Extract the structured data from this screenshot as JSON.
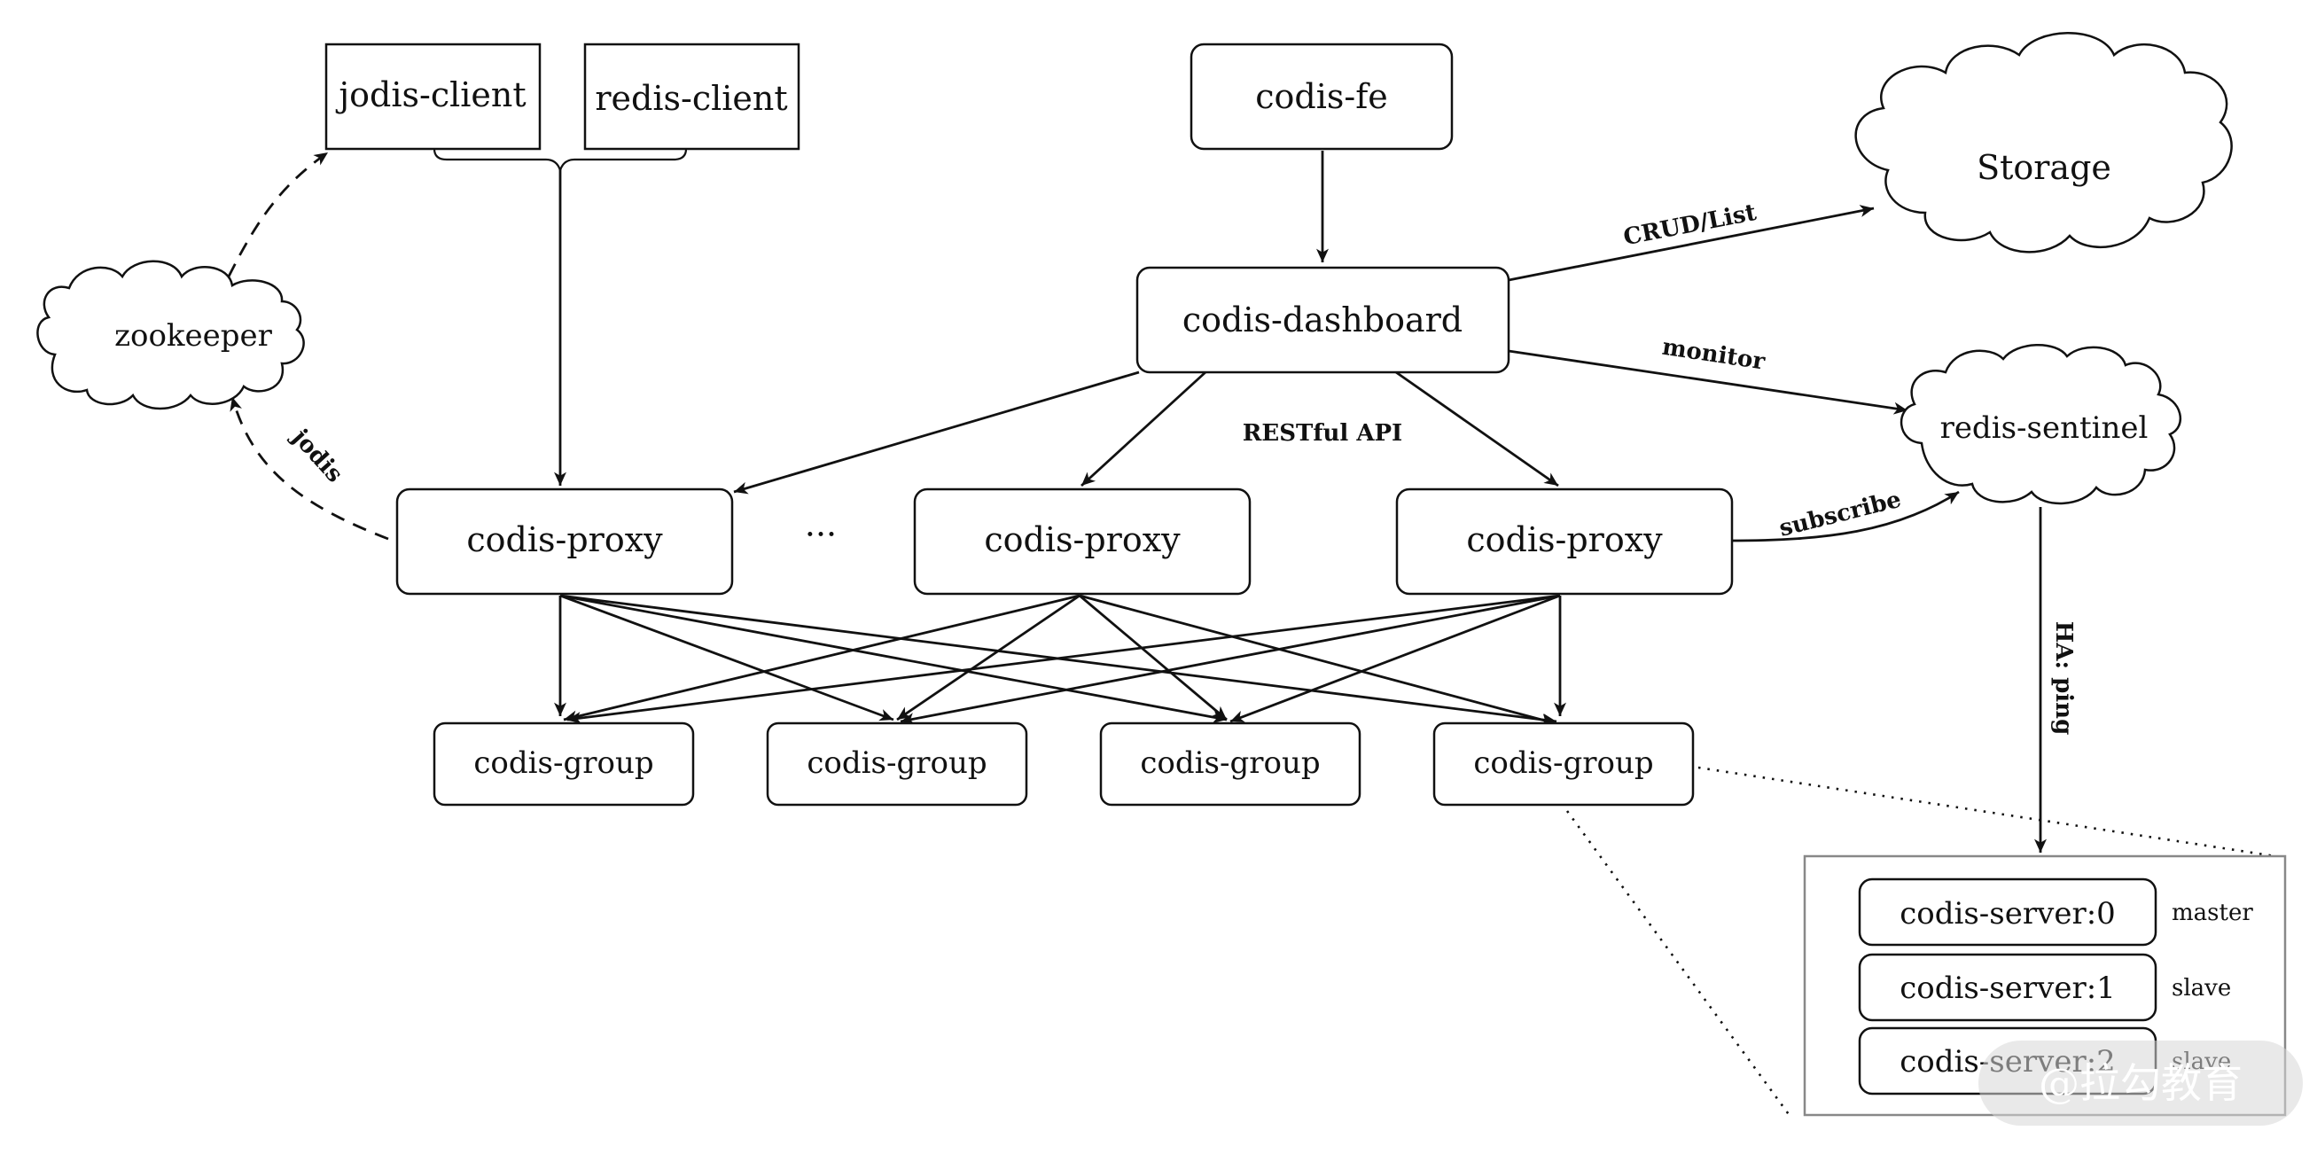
{
  "nodes": {
    "jodis_client": "jodis-client",
    "redis_client": "redis-client",
    "codis_fe": "codis-fe",
    "storage": "Storage",
    "zookeeper": "zookeeper",
    "codis_dashboard": "codis-dashboard",
    "redis_sentinel": "redis-sentinel",
    "codis_proxy_1": "codis-proxy",
    "codis_proxy_2": "codis-proxy",
    "codis_proxy_3": "codis-proxy",
    "ellipsis": "···",
    "codis_group_1": "codis-group",
    "codis_group_2": "codis-group",
    "codis_group_3": "codis-group",
    "codis_group_4": "codis-group",
    "codis_server_0": "codis-server:0",
    "codis_server_1": "codis-server:1",
    "codis_server_2": "codis-server:2"
  },
  "roles": {
    "server_0": "master",
    "server_1": "slave",
    "server_2": "slave"
  },
  "edges": {
    "crud": "CRUD/List",
    "monitor": "monitor",
    "restful": "RESTful API",
    "subscribe": "subscribe",
    "jodis": "jodis",
    "ha": "HA: ping"
  },
  "watermark": "@拉勾教育"
}
